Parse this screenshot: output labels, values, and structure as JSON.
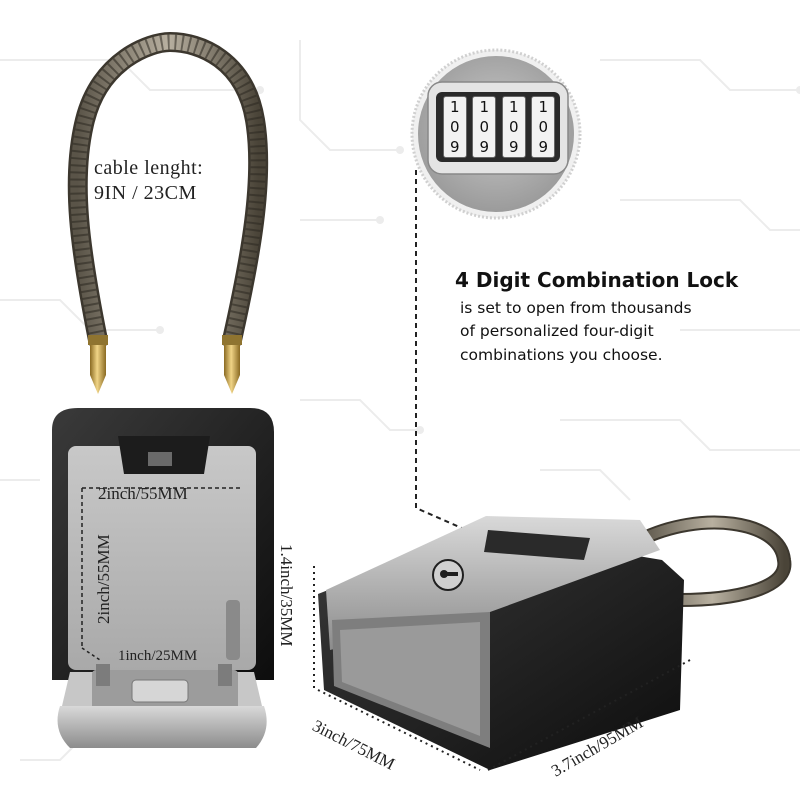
{
  "cable": {
    "label_line1": "cable lenght:",
    "label_line2": "9IN / 23CM"
  },
  "combination_lock": {
    "title": "4 Digit Combination Lock",
    "description_lines": [
      "is set to open from thousands",
      "of personalized four-digit",
      "combinations you choose."
    ],
    "dial_digits_top": [
      "1",
      "1",
      "1",
      "1"
    ],
    "dial_digits_mid": [
      "0",
      "0",
      "0",
      "0"
    ],
    "dial_digits_bottom": [
      "9",
      "9",
      "9",
      "9"
    ]
  },
  "inside_dimensions": {
    "width": "2inch/55MM",
    "height": "2inch/55MM",
    "depth": "1inch/25MM"
  },
  "outside_dimensions": {
    "depth": "1.4inch/35MM",
    "width": "3inch/75MM",
    "length": "3.7inch/95MM"
  },
  "colors": {
    "body_black": "#1a1a1a",
    "body_silver": "#9a9a9a",
    "brass": "#c9a24a"
  }
}
